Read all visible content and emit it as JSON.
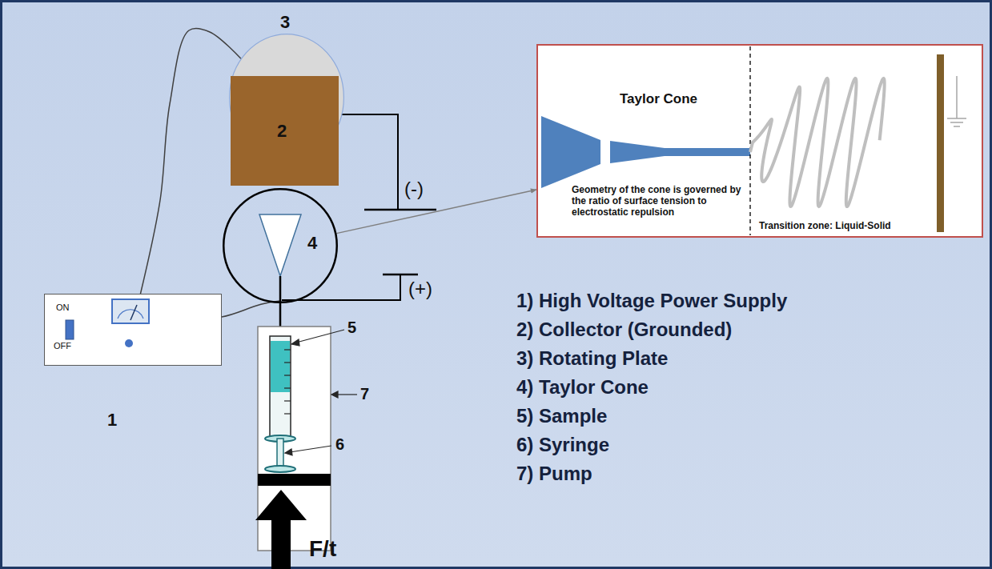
{
  "diagram": {
    "nodes": [
      {
        "text": [
          "ON",
          "OFF",
          "1"
        ]
      },
      {
        "text": [
          "3"
        ]
      },
      {
        "text": [
          "2"
        ],
        "in": 1
      },
      {
        "text": [
          "4"
        ]
      },
      {
        "text": [
          "Taylor Cone",
          "Geometry of the cone is governed by the ratio of surface tension to electrostatic repulsion",
          "Transition zone: Liquid-Solid"
        ]
      }
    ],
    "edges": [
      {
        "from": 0,
        "to": 1,
        "arrow": "none"
      },
      {
        "from": 3,
        "to": 4,
        "arrow": "to"
      }
    ],
    "labels": [
      "(-)",
      "(+)",
      "5",
      "7",
      "6",
      "F/t",
      "1) High Voltage Power Supply",
      "2) Collector (Grounded)",
      "3) Rotating Plate",
      "4) Taylor Cone",
      "5) Sample",
      "6) Syringe",
      "7) Pump"
    ]
  }
}
